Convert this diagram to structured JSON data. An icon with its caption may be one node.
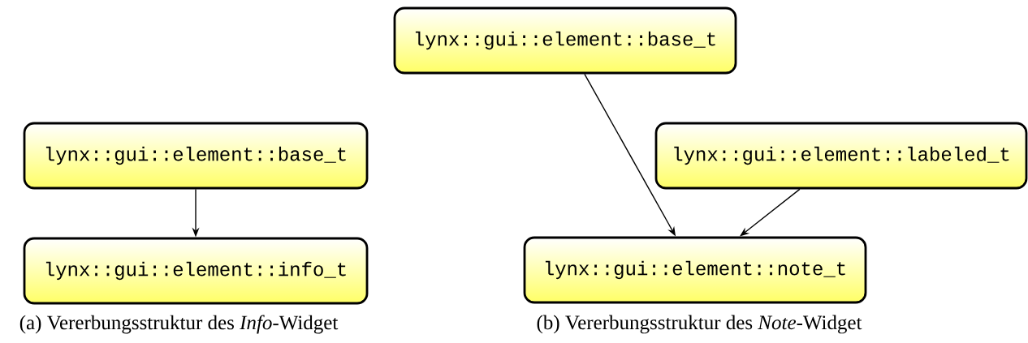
{
  "diagram": {
    "nodes": [
      {
        "text": [
          "lynx::gui::element::base_t"
        ]
      },
      {
        "text": [
          "lynx::gui::element::info_t"
        ]
      },
      {
        "text": [
          "lynx::gui::element::base_t"
        ]
      },
      {
        "text": [
          "lynx::gui::element::labeled_t"
        ]
      },
      {
        "text": [
          "lynx::gui::element::note_t"
        ]
      }
    ],
    "edges": [
      {
        "from": 0,
        "to": 1,
        "arrow": "to"
      },
      {
        "from": 2,
        "to": 4,
        "arrow": "to"
      },
      {
        "from": 3,
        "to": 4,
        "arrow": "to"
      }
    ],
    "labels": [
      "(a) Vererbungsstruktur des *Info*-Widget",
      "(b) Vererbungsstruktur des *Note*-Widget"
    ]
  }
}
